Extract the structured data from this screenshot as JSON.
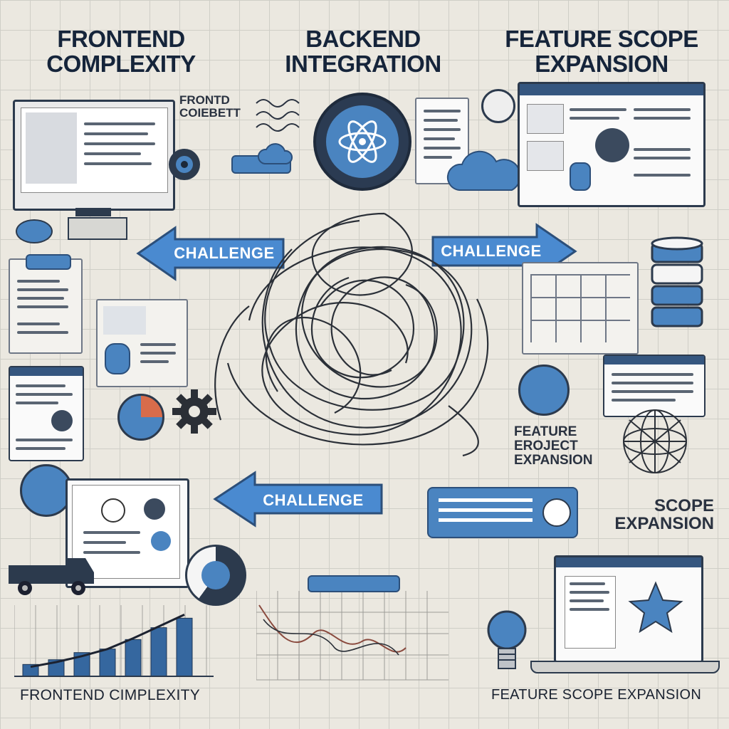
{
  "headings": {
    "frontend": "FRONTEND COMPLEXITY",
    "backend": "BACKEND INTEGRATION",
    "feature": "FEATURE SCOPE EXPANSION"
  },
  "scrawls": {
    "frontend_small": "FRONTD\nCOIEBETT",
    "feature_project": "FEATURE\nEROJECT\nEXPANSION",
    "scope_expansion": "SCOPE\nEXPANSION"
  },
  "arrows": {
    "left_top": "CHALLENGE",
    "right_top": "CHALLENGE",
    "left_bottom": "CHALLENGE"
  },
  "footers": {
    "left": "FRONTEND CIMPLEXITY",
    "right": "FEATURE SCOPE EXPANSION"
  },
  "colors": {
    "accent_blue": "#4a84c0",
    "dark_navy": "#15243a",
    "background": "#ebe8e0"
  },
  "chart_data": {
    "type": "bar",
    "values": [
      1,
      1.4,
      2,
      2.3,
      3.1,
      4.1,
      4.9
    ],
    "trend": [
      0.8,
      1.2,
      1.7,
      2.3,
      3.2,
      4.2,
      5.2
    ]
  }
}
